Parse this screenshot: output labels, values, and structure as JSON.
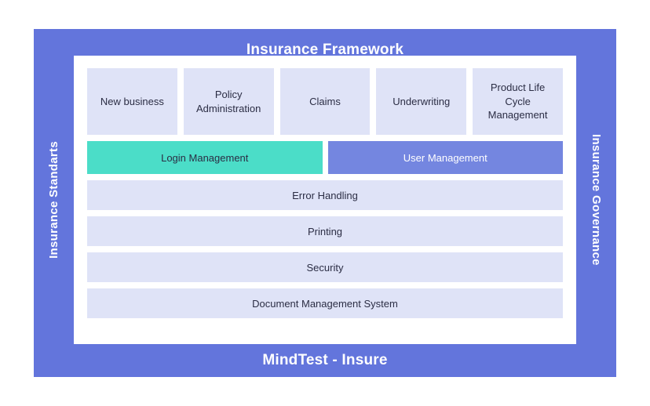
{
  "frame": {
    "title": "Insurance Framework",
    "footer": "MindTest - Insure",
    "left_label": "Insurance Standarts",
    "right_label": "Insurance Governance",
    "frame_color": "#6375DC",
    "panel_color": "#ffffff"
  },
  "top_row": [
    {
      "label": "New business",
      "color": "#DFE3F7"
    },
    {
      "label": "Policy Administration",
      "color": "#DFE3F7"
    },
    {
      "label": "Claims",
      "color": "#DFE3F7"
    },
    {
      "label": "Underwriting",
      "color": "#DFE3F7"
    },
    {
      "label": "Product Life Cycle Management",
      "color": "#DFE3F7"
    }
  ],
  "split_row": [
    {
      "label": "Login Management",
      "color": "#4BDDC8",
      "text_color": "#2B2D44"
    },
    {
      "label": "User Management",
      "color": "#7486E0",
      "text_color": "#ffffff"
    }
  ],
  "full_rows": [
    {
      "label": "Error Handling",
      "color": "#DFE3F7"
    },
    {
      "label": "Printing",
      "color": "#DFE3F7"
    },
    {
      "label": "Security",
      "color": "#DFE3F7"
    },
    {
      "label": "Document Management System",
      "color": "#DFE3F7"
    }
  ]
}
